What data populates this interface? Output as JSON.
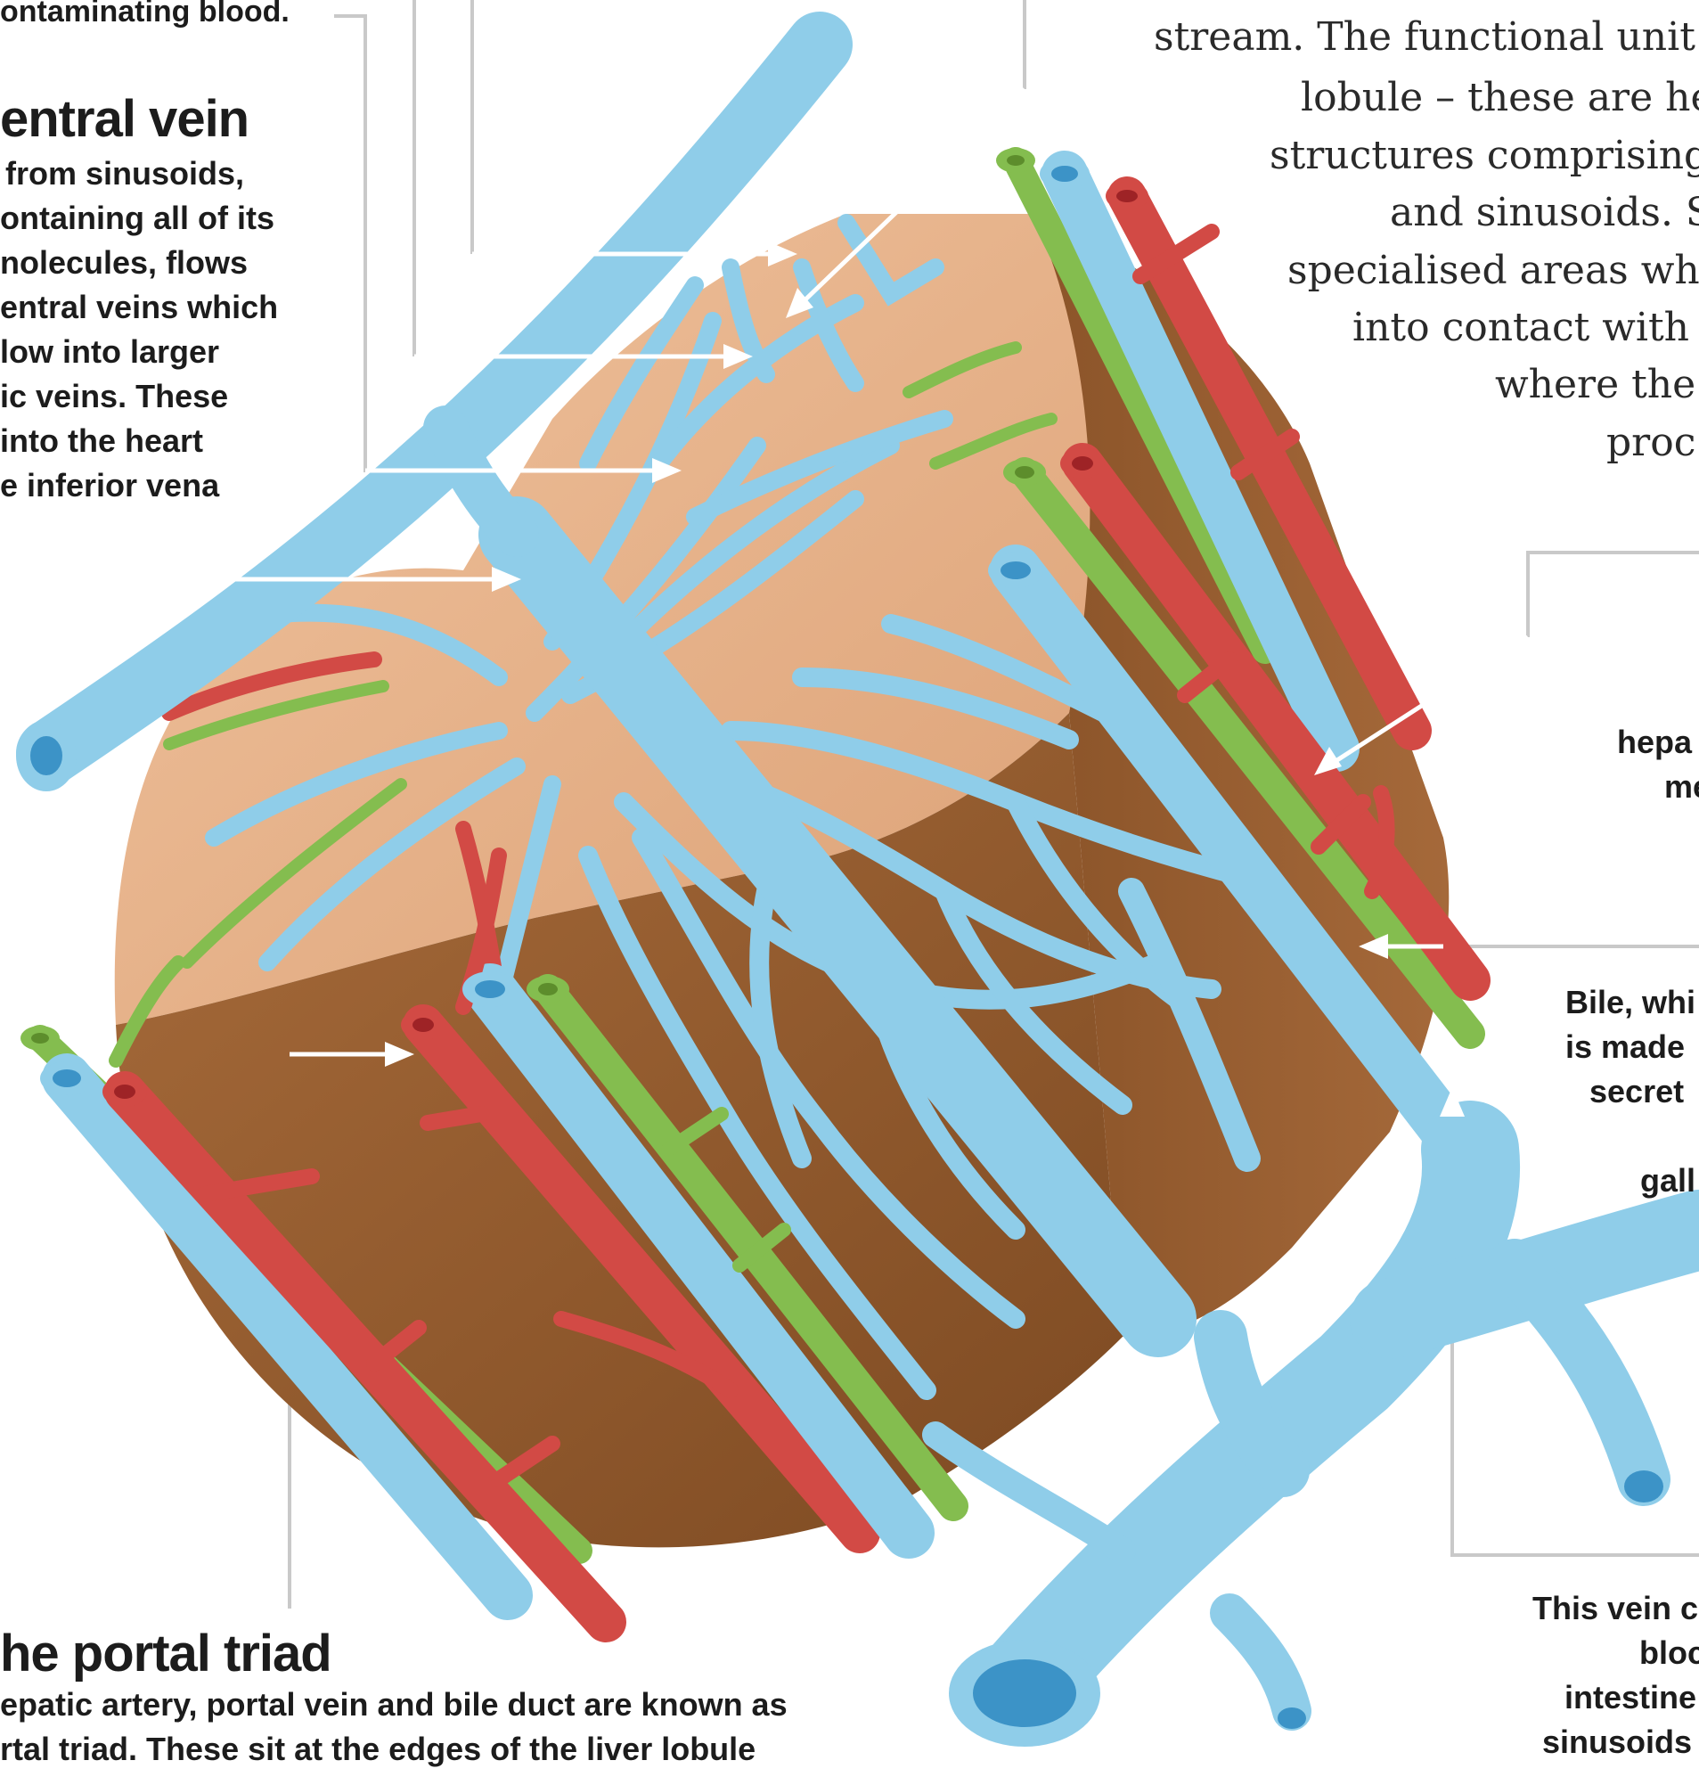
{
  "diagram": {
    "colors": {
      "vein": "#8fcde9",
      "vein_dark": "#5fb2d9",
      "vein_lumen": "#3c93c7",
      "artery": "#d24a45",
      "artery_lumen": "#9e2326",
      "bile": "#84bd4f",
      "bile_lumen": "#5d8d2c",
      "tissue_top": "#e8b48a",
      "tissue_side": "#9a6234",
      "callout_line": "#c9c9c9",
      "arrow": "#ffffff"
    },
    "top_partial": "ontaminating blood.",
    "central_vein": {
      "title": "entral vein",
      "lines": [
        "from sinusoids,",
        "ontaining all of its",
        "nolecules, flows",
        "entral veins which",
        "low into larger",
        "ic veins. These",
        "into the heart",
        "e inferior vena"
      ]
    },
    "intro": {
      "lines": [
        "stream. The functional unit",
        "lobule – these are he",
        "structures comprising",
        "and sinusoids. S",
        "specialised areas wh",
        "into contact with t",
        "where the",
        "proc"
      ]
    },
    "right_labels": {
      "hepatocytes": [
        "hepa",
        "met"
      ],
      "bile": [
        "Bile, whi",
        "is made",
        "secret",
        "gall"
      ],
      "portal_vein": [
        "This vein c",
        "bloc",
        "intestine",
        "sinusoids"
      ]
    },
    "portal_triad": {
      "title": "he portal triad",
      "lines": [
        "epatic artery, portal vein and bile duct are known as",
        "rtal triad. These sit at the edges of the liver lobule"
      ]
    }
  }
}
